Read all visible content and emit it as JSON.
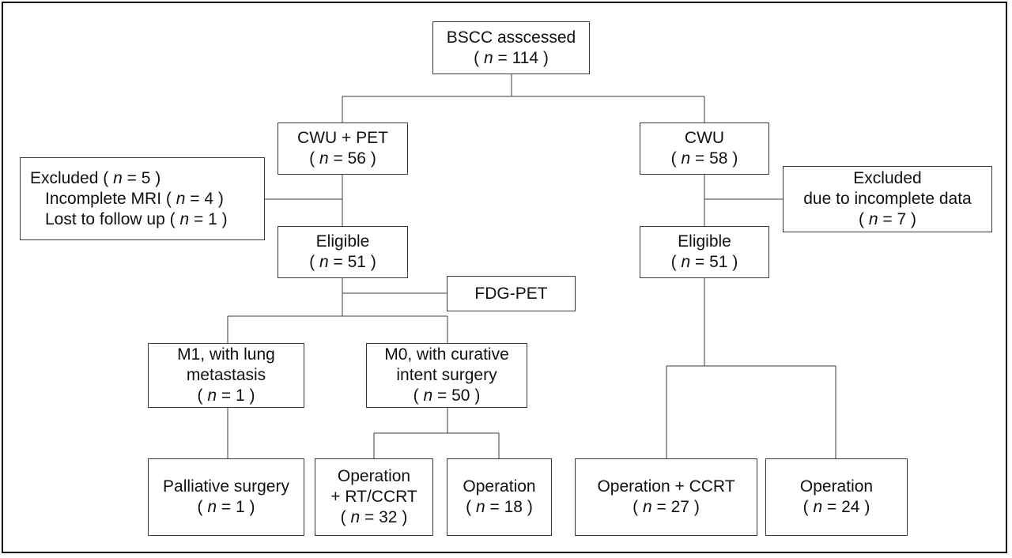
{
  "nodes": {
    "assessed": {
      "title": "BSCC asscessed",
      "n": "114"
    },
    "cwu_pet": {
      "title": "CWU + PET",
      "n": "56"
    },
    "cwu": {
      "title": "CWU",
      "n": "58"
    },
    "excl_left": {
      "title": "Excluded",
      "n": "5",
      "item1": "Incomplete MRI",
      "item1_n": "4",
      "item2": "Lost to follow up",
      "item2_n": "1"
    },
    "excl_right": {
      "line1": "Excluded",
      "line2": "due to incomplete data",
      "n": "7"
    },
    "elig_left": {
      "title": "Eligible",
      "n": "51"
    },
    "elig_right": {
      "title": "Eligible",
      "n": "51"
    },
    "fdg": {
      "title": "FDG-PET"
    },
    "m1": {
      "line1": "M1, with lung",
      "line2": "metastasis",
      "n": "1"
    },
    "m0": {
      "line1": "M0, with curative",
      "line2": "intent surgery",
      "n": "50"
    },
    "palliative": {
      "title": "Palliative surgery",
      "n": "1"
    },
    "op_rt": {
      "line1": "Operation",
      "line2": "+ RT/CCRT",
      "n": "32"
    },
    "op_left": {
      "title": "Operation",
      "n": "18"
    },
    "op_ccrt": {
      "title": "Operation + CCRT",
      "n": "27"
    },
    "op_right": {
      "title": "Operation",
      "n": "24"
    }
  }
}
